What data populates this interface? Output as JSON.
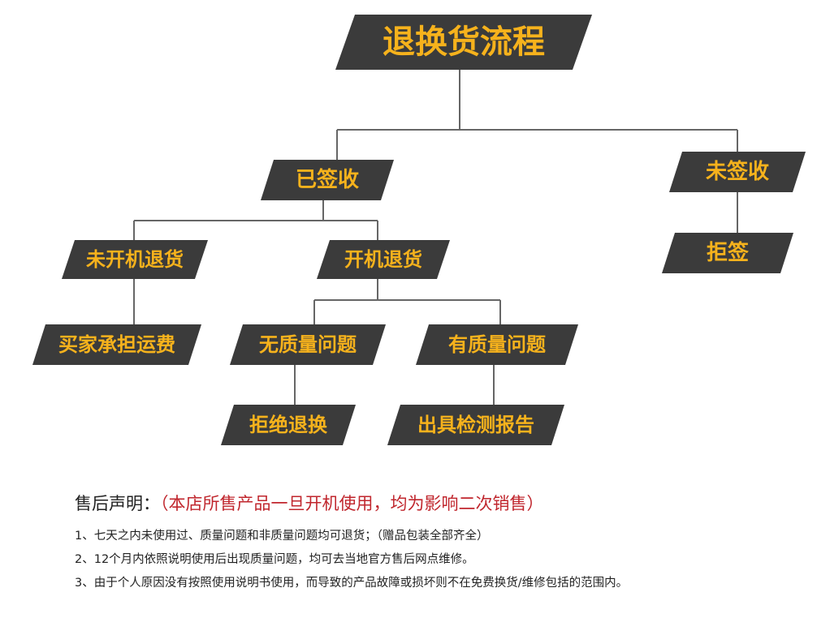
{
  "flowchart": {
    "title": "退换货流程",
    "nodes": {
      "signed": "已签收",
      "unsigned": "未签收",
      "not_powered_return": "未开机退货",
      "powered_return": "开机退货",
      "reject": "拒签",
      "buyer_pays_shipping": "买家承担运费",
      "no_quality_issue": "无质量问题",
      "has_quality_issue": "有质量问题",
      "refuse_exchange": "拒绝退换",
      "inspection_report": "出具检测报告"
    }
  },
  "notice": {
    "label": "售后声明：",
    "highlight": "（本店所售产品一旦开机使用，均为影响二次销售）",
    "lines": [
      "1、七天之内未使用过、质量问题和非质量问题均可退货；（赠品包装全部齐全）",
      "2、12个月内依照说明使用后出现质量问题，均可去当地官方售后网点维修。",
      "3、由于个人原因没有按照使用说明书使用，而导致的产品故障或损坏则不在免费换货/维修包括的范围内。"
    ]
  },
  "colors": {
    "box": "#3b3b3b",
    "text": "#f6b21c",
    "line": "#666666",
    "highlight": "#c0262d"
  }
}
